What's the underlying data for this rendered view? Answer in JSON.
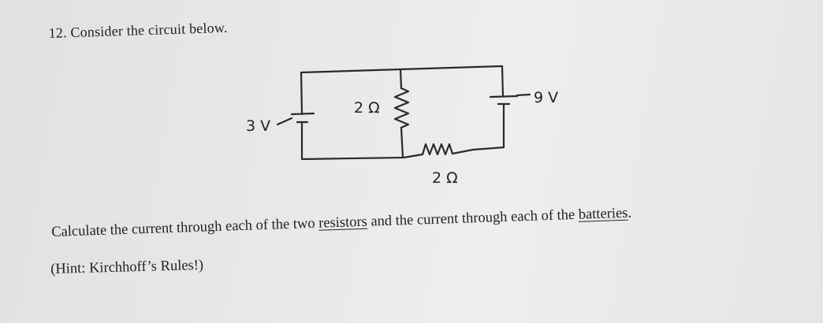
{
  "problem": {
    "heading": "12. Consider the circuit below."
  },
  "circuit": {
    "battery_left_label": "3 V",
    "battery_right_label": "9 V",
    "resistor_middle_label": "2 Ω",
    "resistor_bottom_label": "2 Ω"
  },
  "question": {
    "part1": "Calculate the current through each of the two ",
    "underlined1": "resistors",
    "part2": " and the current through each of the ",
    "underlined2": "batteries",
    "part3": "."
  },
  "hint": {
    "text": "(Hint: Kirchhoff’s Rules!)"
  }
}
